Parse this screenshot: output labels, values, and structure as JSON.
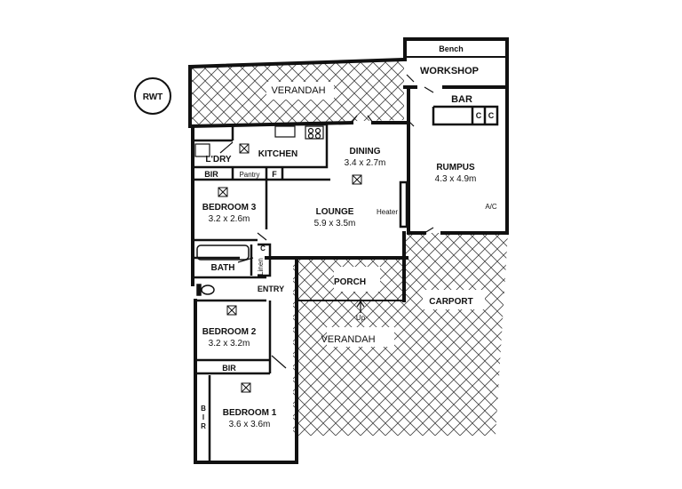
{
  "compass": {
    "label": "RWT"
  },
  "rooms": {
    "verandah_top": "VERANDAH",
    "workshop": "WORKSHOP",
    "bench": "Bench",
    "bar": "BAR",
    "cupboard_1": "C",
    "cupboard_2": "C",
    "laundry": "L'DRY",
    "kitchen": "KITCHEN",
    "dining": {
      "name": "DINING",
      "size": "3.4 x 2.7m"
    },
    "rumpus": {
      "name": "RUMPUS",
      "size": "4.3 x 4.9m"
    },
    "ac": "A/C",
    "bir_3": "BIR",
    "pantry": "Pantry",
    "fridge": "F",
    "bedroom_3": {
      "name": "BEDROOM 3",
      "size": "3.2 x 2.6m"
    },
    "lounge": {
      "name": "LOUNGE",
      "size": "5.9 x 3.5m"
    },
    "heater": "Heater",
    "linen": "Linen",
    "linen_c": "C",
    "bath": "BATH",
    "entry": "ENTRY",
    "porch": "PORCH",
    "carport": "CARPORT",
    "up": "Up",
    "bedroom_2": {
      "name": "BEDROOM 2",
      "size": "3.2 x 3.2m"
    },
    "verandah_bottom": "VERANDAH",
    "bir_2": "BIR",
    "bir_1": "B\nI\nR",
    "bedroom_1": {
      "name": "BEDROOM 1",
      "size": "3.6 x 3.6m"
    }
  }
}
